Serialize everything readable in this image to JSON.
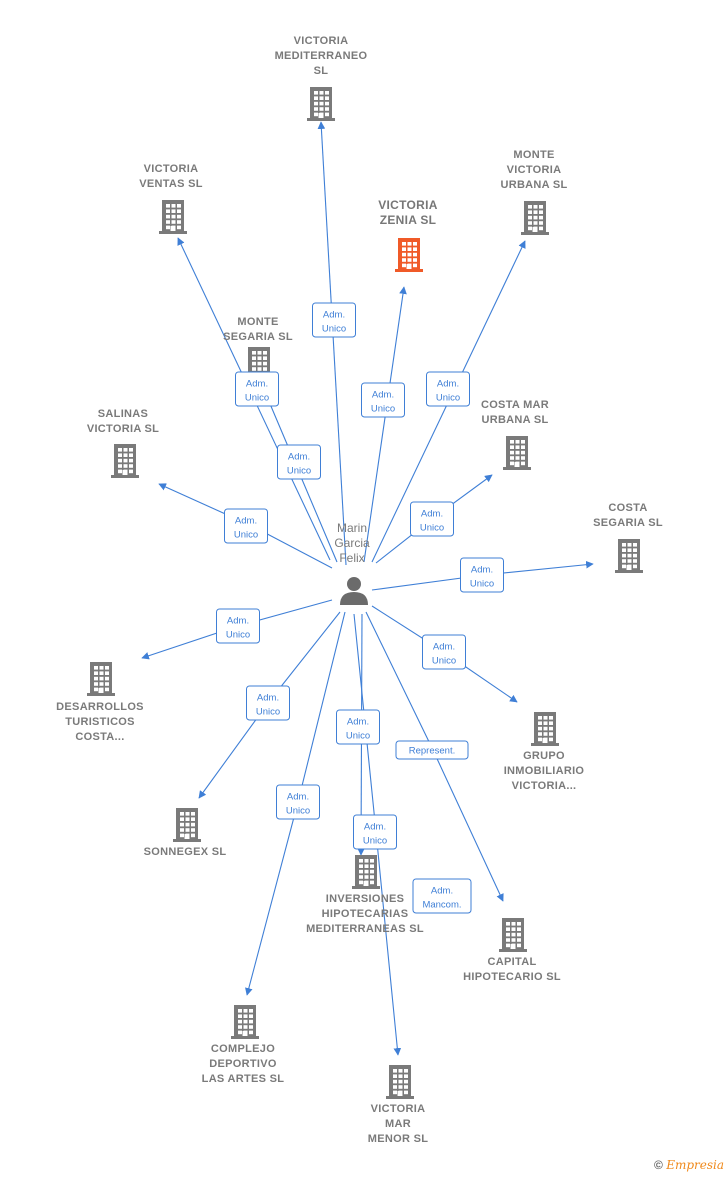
{
  "person": {
    "label": [
      "Marin",
      "Garcia",
      "Felix"
    ]
  },
  "colors": {
    "edge": "#3f7fd6",
    "building": "#7a7a7a",
    "highlight": "#f05a28"
  },
  "nodes": [
    {
      "id": "n1",
      "lines": [
        "VICTORIA",
        "MEDITERRANEO",
        "SL"
      ]
    },
    {
      "id": "n2",
      "lines": [
        "VICTORIA",
        "VENTAS SL"
      ]
    },
    {
      "id": "n3",
      "lines": [
        "VICTORIA",
        "ZENIA  SL"
      ],
      "highlight": true
    },
    {
      "id": "n4",
      "lines": [
        "MONTE",
        "VICTORIA",
        "URBANA  SL"
      ]
    },
    {
      "id": "n5",
      "lines": [
        "MONTE",
        "SEGARIA  SL"
      ]
    },
    {
      "id": "n6",
      "lines": [
        "SALINAS",
        "VICTORIA  SL"
      ]
    },
    {
      "id": "n7",
      "lines": [
        "COSTA MAR",
        "URBANA  SL"
      ]
    },
    {
      "id": "n8",
      "lines": [
        "COSTA",
        "SEGARIA  SL"
      ]
    },
    {
      "id": "n9",
      "lines": [
        "DESARROLLOS",
        "TURISTICOS",
        "COSTA..."
      ]
    },
    {
      "id": "n10",
      "lines": [
        "GRUPO",
        "INMOBILIARIO",
        "VICTORIA..."
      ]
    },
    {
      "id": "n11",
      "lines": [
        "SONNEGEX  SL"
      ]
    },
    {
      "id": "n12",
      "lines": [
        "INVERSIONES",
        "HIPOTECARIAS",
        "MEDITERRANEAS SL"
      ]
    },
    {
      "id": "n13",
      "lines": [
        "CAPITAL",
        "HIPOTECARIO SL"
      ]
    },
    {
      "id": "n14",
      "lines": [
        "COMPLEJO",
        "DEPORTIVO",
        "LAS ARTES  SL"
      ]
    },
    {
      "id": "n15",
      "lines": [
        "VICTORIA",
        "MAR",
        "MENOR  SL"
      ]
    }
  ],
  "edges": [
    {
      "to": "n1",
      "label": [
        "Adm.",
        "Unico"
      ]
    },
    {
      "to": "n2",
      "label": [
        "Adm.",
        "Unico"
      ]
    },
    {
      "to": "n3",
      "label": [
        "Adm.",
        "Unico"
      ]
    },
    {
      "to": "n4",
      "label": [
        "Adm.",
        "Unico"
      ]
    },
    {
      "to": "n5",
      "label": [
        "Adm.",
        "Unico"
      ]
    },
    {
      "to": "n6",
      "label": [
        "Adm.",
        "Unico"
      ]
    },
    {
      "to": "n7",
      "label": [
        "Adm.",
        "Unico"
      ]
    },
    {
      "to": "n8",
      "label": [
        "Adm.",
        "Unico"
      ]
    },
    {
      "to": "n9",
      "label": [
        "Adm.",
        "Unico"
      ]
    },
    {
      "to": "n10",
      "label": [
        "Adm.",
        "Unico"
      ]
    },
    {
      "to": "n11",
      "label": [
        "Adm.",
        "Unico"
      ]
    },
    {
      "to": "n12",
      "label": [
        "Adm.",
        "Unico"
      ]
    },
    {
      "to": "n13",
      "label": [
        "Represent."
      ]
    },
    {
      "to": "n13",
      "label": [
        "Adm.",
        "Mancom."
      ]
    },
    {
      "to": "n14",
      "label": [
        "Adm.",
        "Unico"
      ]
    },
    {
      "to": "n15",
      "label": [
        "Adm.",
        "Unico"
      ]
    }
  ],
  "footer": {
    "copyright": "©",
    "brand": "Empresia"
  }
}
